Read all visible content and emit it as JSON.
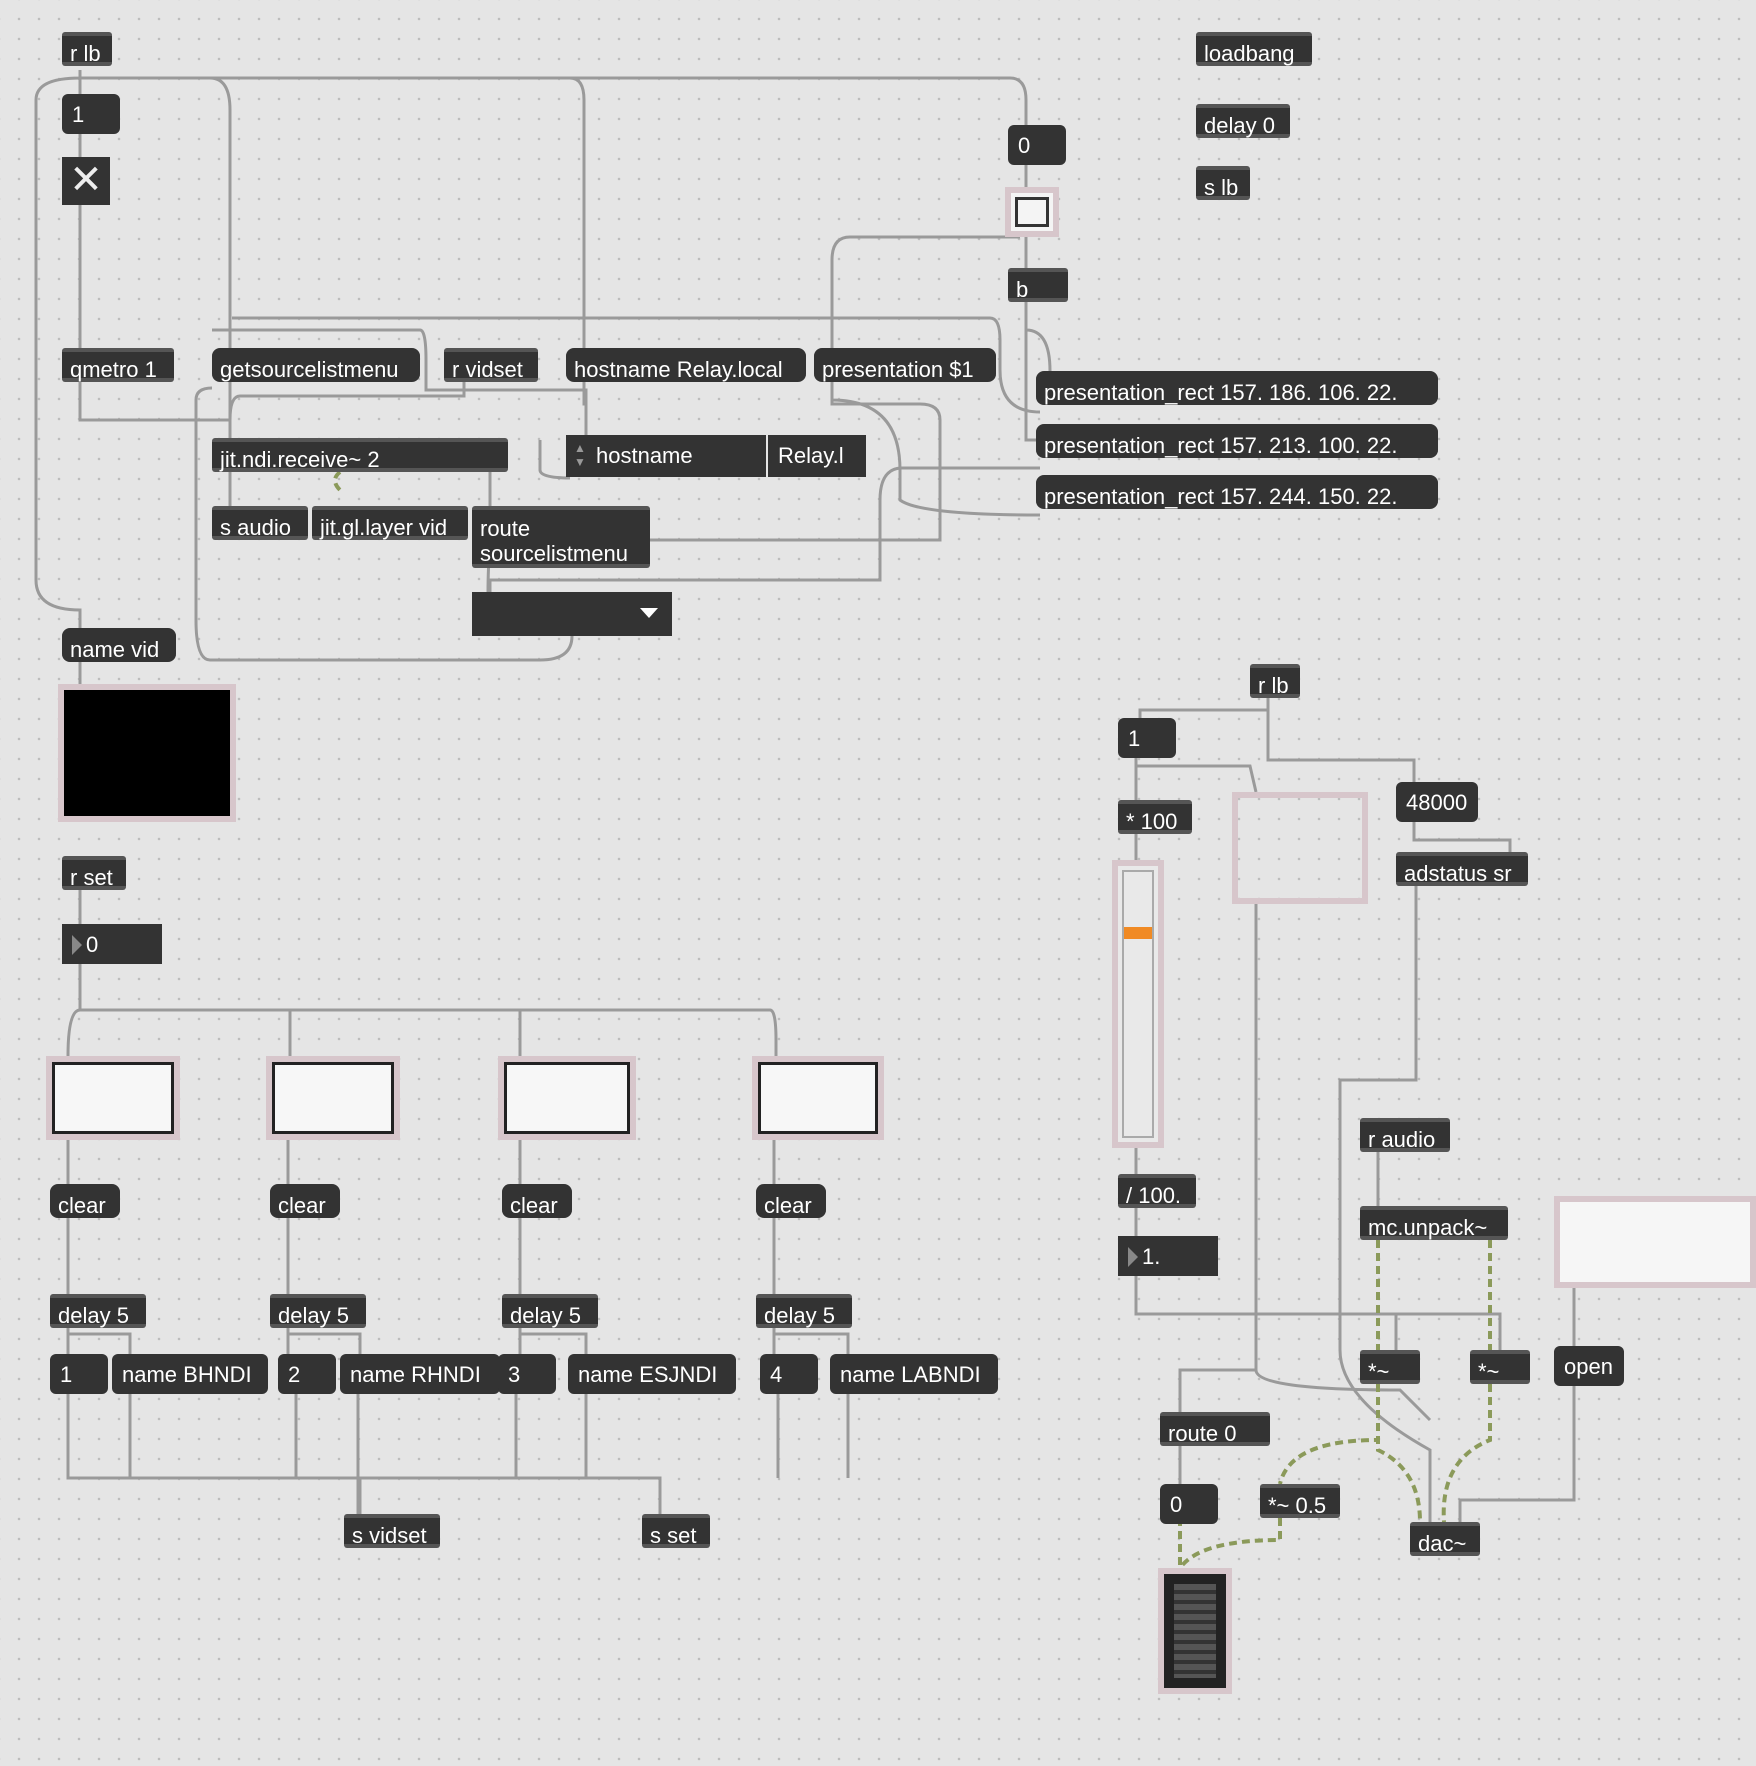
{
  "objects": {
    "r_lb": "r lb",
    "loadbang": "loadbang",
    "delay0": "delay 0",
    "s_lb": "s lb",
    "msg_1": "1",
    "msg_0": "0",
    "qmetro": "qmetro 1",
    "getsourcelistmenu": "getsourcelistmenu",
    "r_vidset": "r vidset",
    "hostname_msg": "hostname Relay.local",
    "presentation_msg": "presentation $1",
    "b": "b",
    "pr1": "presentation_rect 157. 186. 106. 22.",
    "pr2": "presentation_rect 157. 213. 100. 22.",
    "pr3": "presentation_rect 157. 244. 150. 22.",
    "jit_ndi": "jit.ndi.receive~ 2",
    "attr_name": "hostname",
    "attr_value": "Relay.l",
    "s_audio": "s audio",
    "jit_gl_layer": "jit.gl.layer vid",
    "route_sourcelistmenu": "route sourcelistmenu",
    "name_vid": "name vid",
    "r_set": "r set",
    "num_0": "0",
    "clear": [
      "clear",
      "clear",
      "clear",
      "clear"
    ],
    "delay5": [
      "delay 5",
      "delay 5",
      "delay 5",
      "delay 5"
    ],
    "index_msgs": [
      "1",
      "2",
      "3",
      "4"
    ],
    "name_msgs": [
      "name BHNDI",
      "name RHNDI",
      "name ESJNDI",
      "name LABNDI"
    ],
    "s_vidset": "s vidset",
    "s_set": "s set",
    "r_lb2": "r lb",
    "msg_1b": "1",
    "mul100": "* 100",
    "sr": "48000",
    "adstatus": "adstatus sr",
    "div100": "/ 100.",
    "flonum": "1.",
    "r_audio": "r audio",
    "mc_unpack": "mc.unpack~",
    "mul_sig_l": "*~",
    "mul_sig_r": "*~",
    "open": "open",
    "route0": "route 0",
    "msg_0b": "0",
    "mul_half": "*~ 0.5",
    "dac": "dac~"
  },
  "slider_level": 0.24,
  "colors": {
    "cord": "#9a9a9a",
    "signal": "#8b9a5a",
    "box": "#333333",
    "frame": "#d7c6cb",
    "slider_knob": "#f08a24"
  }
}
